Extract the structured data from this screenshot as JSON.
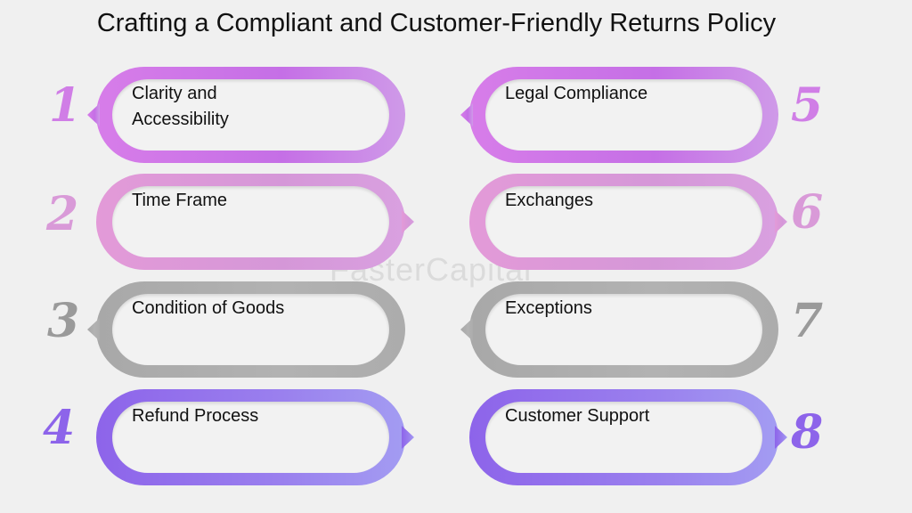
{
  "title": "Crafting a Compliant and Customer-Friendly Returns Policy",
  "watermark": "FasterCapital",
  "items": [
    {
      "number": "1",
      "label": "Clarity and\nAccessibility",
      "color": "#d77de9"
    },
    {
      "number": "2",
      "label": "Time Frame",
      "color": "#dc98d8"
    },
    {
      "number": "3",
      "label": "Condition of Goods",
      "color": "#9a9a9a"
    },
    {
      "number": "4",
      "label": "Refund Process",
      "color": "#8d64ea"
    },
    {
      "number": "5",
      "label": "Legal Compliance",
      "color": "#d77de9"
    },
    {
      "number": "6",
      "label": "Exchanges",
      "color": "#dc98d8"
    },
    {
      "number": "7",
      "label": "Exceptions",
      "color": "#9a9a9a"
    },
    {
      "number": "8",
      "label": "Customer Support",
      "color": "#8d64ea"
    }
  ]
}
